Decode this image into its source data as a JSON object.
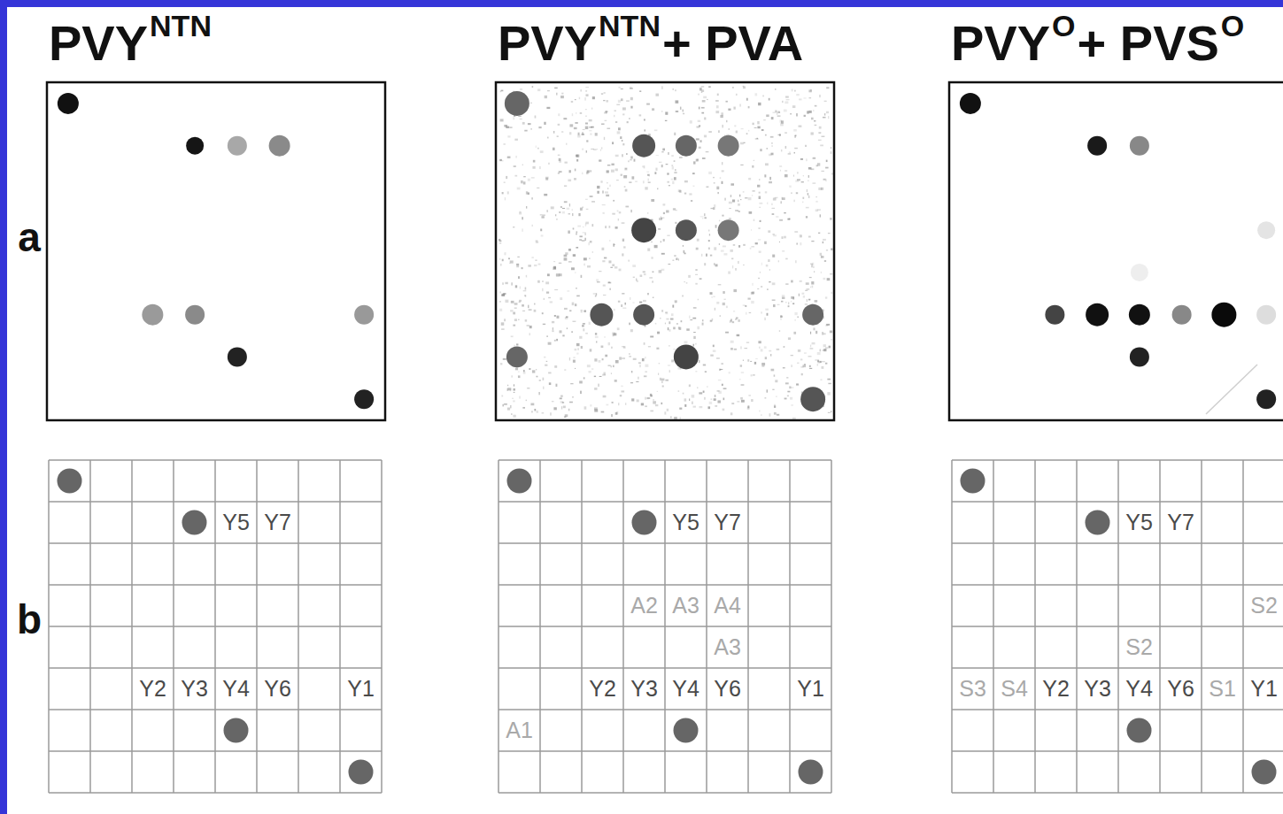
{
  "diagram": {
    "labels": [
      "PVY",
      "NTN",
      "PVY",
      "NTN",
      "+ PVA",
      "PVY",
      "O",
      "+ PVS",
      "O",
      "a",
      "b",
      "Y5",
      "Y7",
      "Y2",
      "Y3",
      "Y4",
      "Y6",
      "Y1",
      "Y5",
      "Y7",
      "A2",
      "A3",
      "A4",
      "A3",
      "Y2",
      "Y3",
      "Y4",
      "Y6",
      "Y1",
      "A1",
      "Y5",
      "Y7",
      "S2",
      "S2",
      "S3",
      "S4",
      "Y2",
      "Y3",
      "Y4",
      "Y6",
      "S1",
      "Y1"
    ]
  }
}
